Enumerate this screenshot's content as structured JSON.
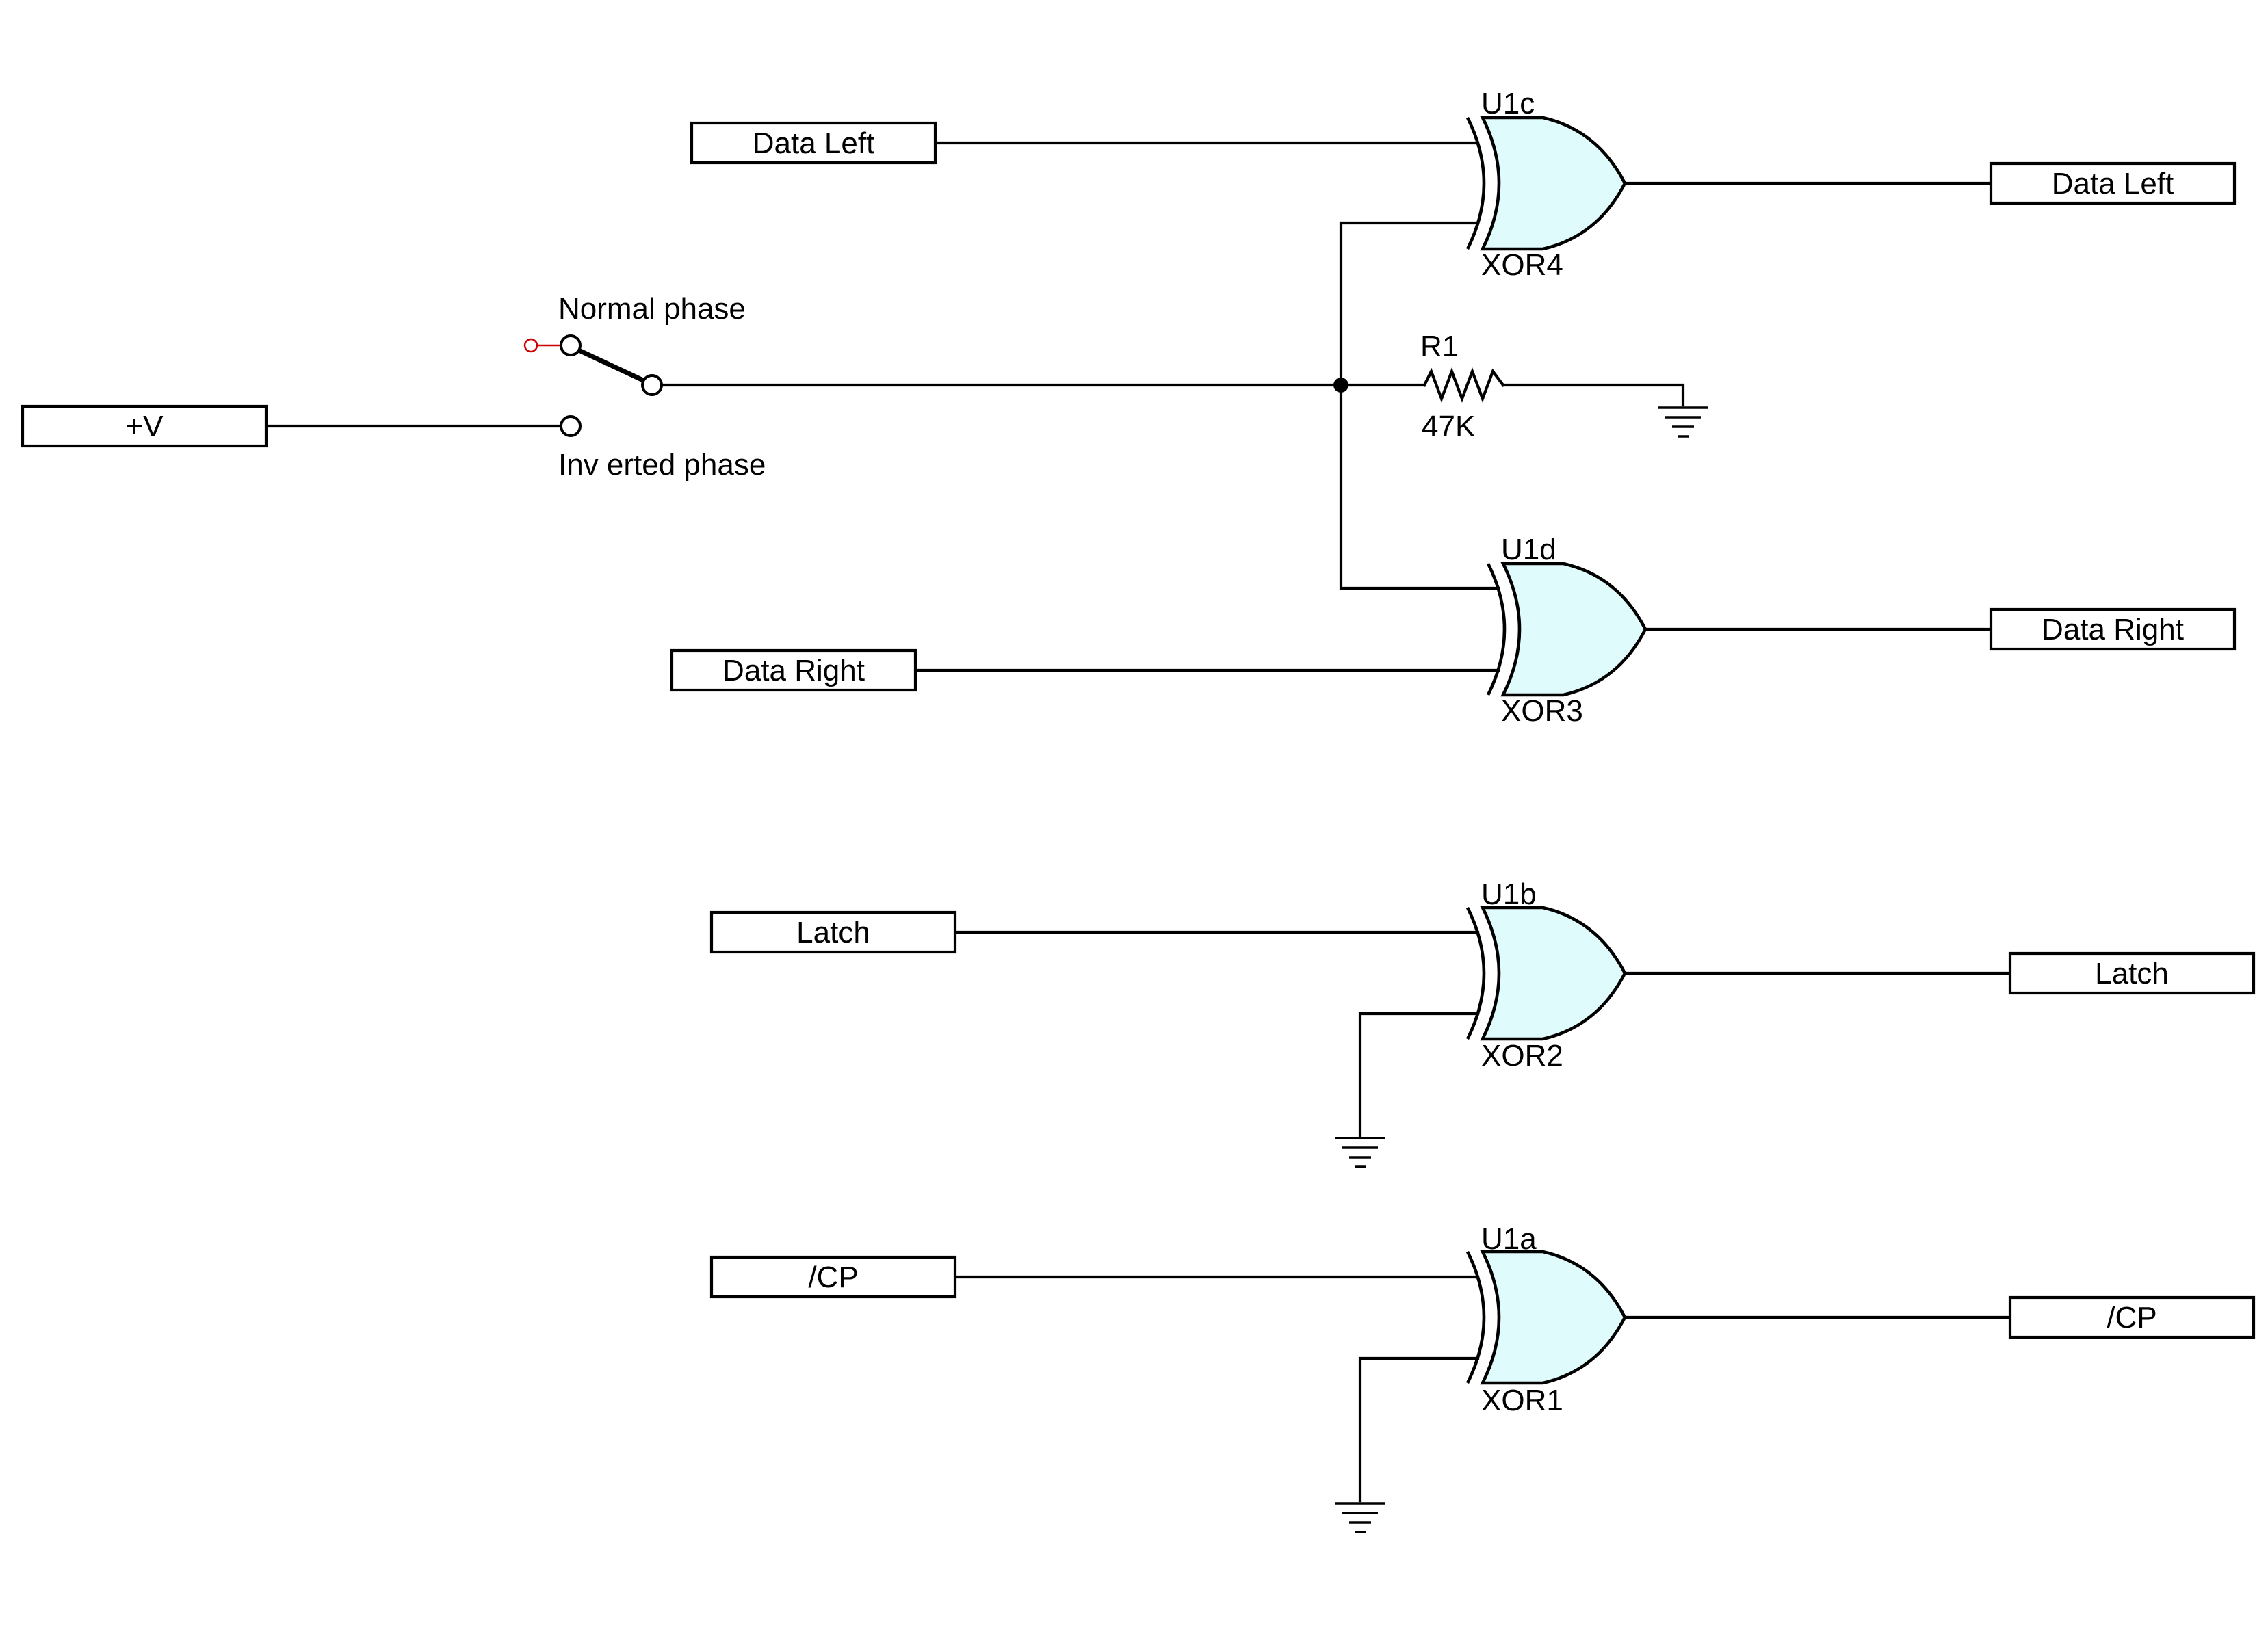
{
  "colors": {
    "gate_fill": "#e0fbfc",
    "wire": "#000000",
    "open_pin": "#cc0000"
  },
  "ports": {
    "vplus": "+V",
    "data_left_in": "Data Left",
    "data_left_out": "Data Left",
    "data_right_in": "Data Right",
    "data_right_out": "Data Right",
    "latch_in": "Latch",
    "latch_out": "Latch",
    "cp_in": "/CP",
    "cp_out": "/CP"
  },
  "switch": {
    "normal": "Normal phase",
    "inverted": "Inv erted phase"
  },
  "resistor": {
    "ref": "R1",
    "value": "47K"
  },
  "gates": {
    "u1c": {
      "ref": "U1c",
      "type": "XOR4"
    },
    "u1d": {
      "ref": "U1d",
      "type": "XOR3"
    },
    "u1b": {
      "ref": "U1b",
      "type": "XOR2"
    },
    "u1a": {
      "ref": "U1a",
      "type": "XOR1"
    }
  }
}
